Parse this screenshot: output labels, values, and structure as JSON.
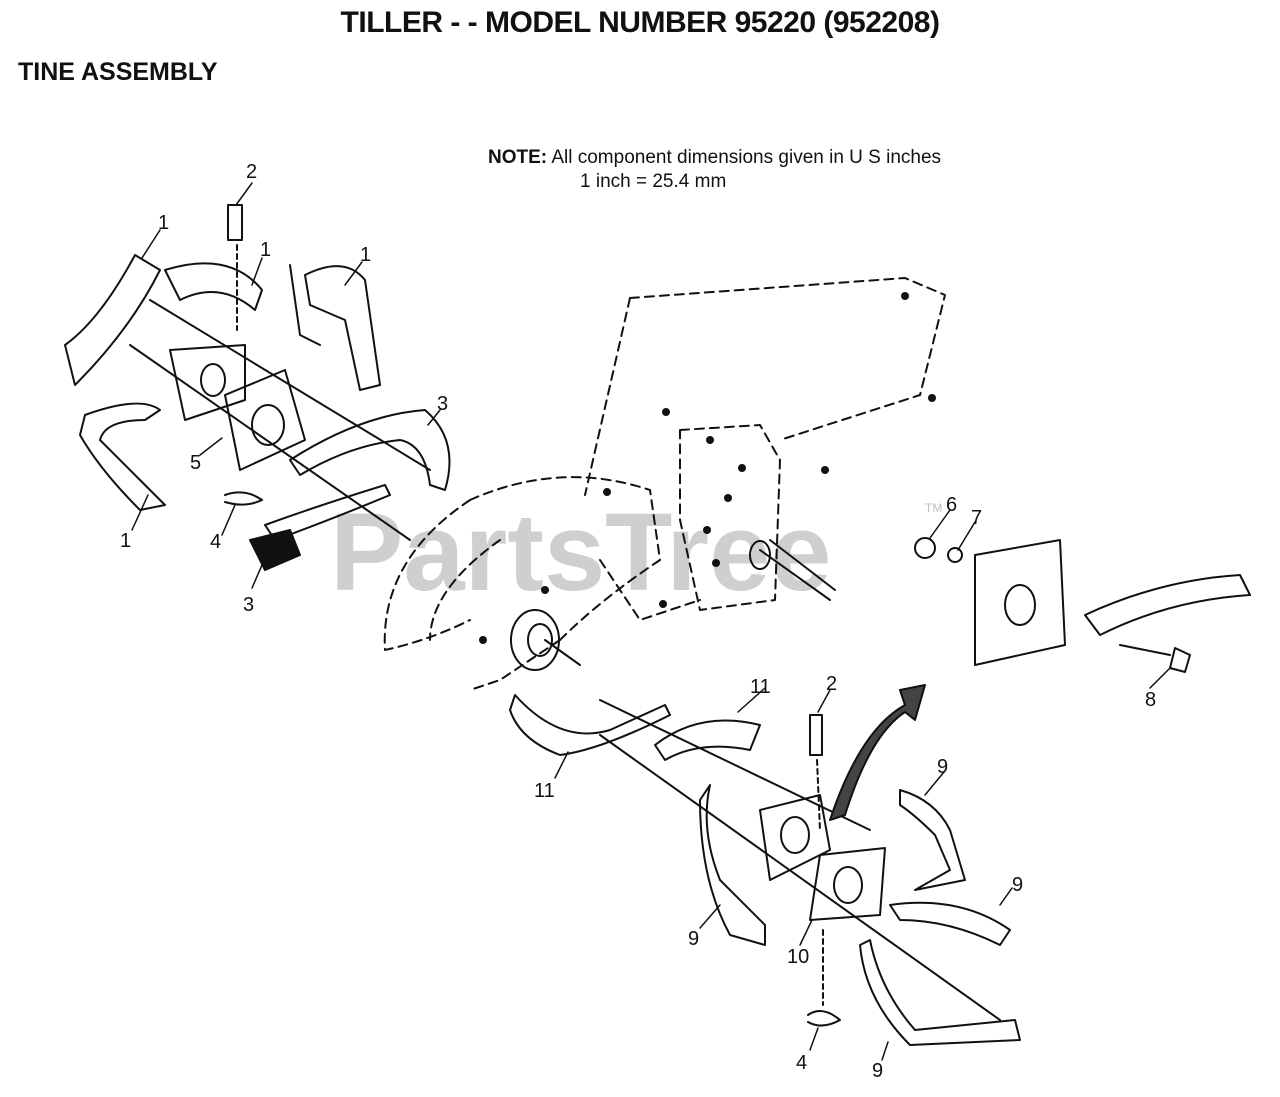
{
  "title": "TILLER - - MODEL NUMBER 95220 (952208)",
  "subtitle": "TINE ASSEMBLY",
  "note": {
    "label": "NOTE:",
    "line1": "All component dimensions given in U S  inches",
    "line2": "1 inch = 25.4 mm"
  },
  "watermark": {
    "text": "PartsTree",
    "tm": "TM"
  },
  "callouts": {
    "c1a": "1",
    "c1b": "1",
    "c1c": "1",
    "c1d": "1",
    "c2a": "2",
    "c2b": "2",
    "c3a": "3",
    "c3b": "3",
    "c4a": "4",
    "c4b": "4",
    "c5": "5",
    "c6": "6",
    "c7": "7",
    "c8": "8",
    "c9a": "9",
    "c9b": "9",
    "c9c": "9",
    "c9d": "9",
    "c10": "10",
    "c11a": "11",
    "c11b": "11"
  }
}
